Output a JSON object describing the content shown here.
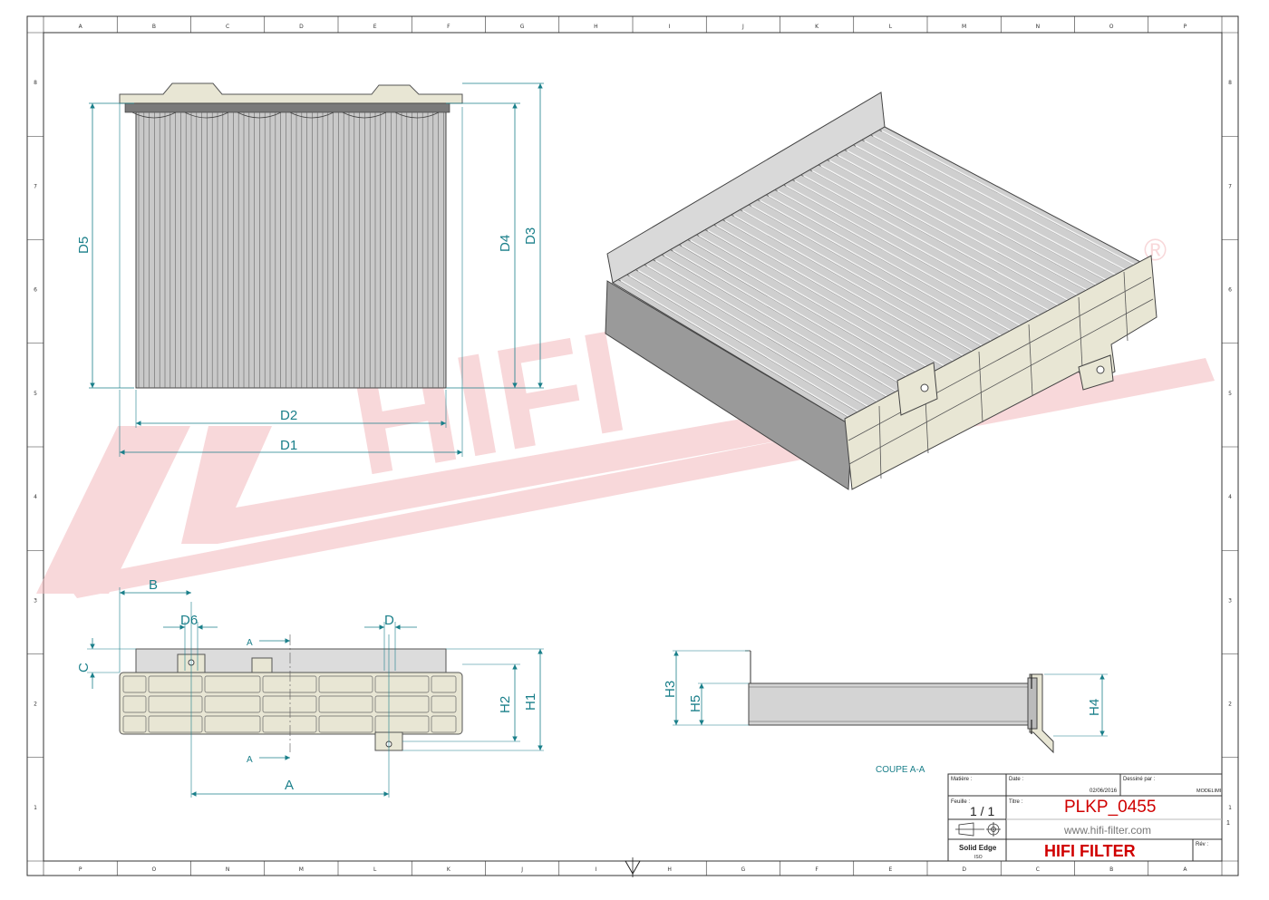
{
  "front_view": {
    "dims": {
      "d1": "D1",
      "d2": "D2",
      "d3": "D3",
      "d4": "D4",
      "d5": "D5"
    }
  },
  "side_view": {
    "dims": {
      "a": "A",
      "b": "B",
      "c": "C",
      "d": "D",
      "d6": "D6",
      "h1": "H1",
      "h2": "H2"
    },
    "section_marks": [
      "A",
      "A"
    ]
  },
  "section_view": {
    "dims": {
      "h3": "H3",
      "h4": "H4",
      "h5": "H5"
    },
    "caption": "COUPE A-A"
  },
  "watermark": {
    "text": "HIFI",
    "registered": "®"
  },
  "border": {
    "cols_top": [
      "A",
      "B",
      "C",
      "D",
      "E",
      "F",
      "G",
      "H",
      "I",
      "J",
      "K",
      "L",
      "M",
      "N",
      "O",
      "P"
    ],
    "cols_bottom": [
      "P",
      "O",
      "N",
      "M",
      "L",
      "K",
      "J",
      "I",
      "H",
      "G",
      "F",
      "E",
      "D",
      "C",
      "B",
      "A"
    ],
    "rows": [
      "8",
      "7",
      "6",
      "5",
      "4",
      "3",
      "2",
      "1"
    ]
  },
  "title_block": {
    "matiere_label": "Matière :",
    "date_label": "Date :",
    "date_value": "02/06/2016",
    "dessine_label": "Dessiné par :",
    "dessine_value": "MODELIMI",
    "feuille_label": "Feuille :",
    "feuille_value": "1 / 1",
    "titre_label": "Titre :",
    "part_number": "PLKP_0455",
    "website": "www.hifi-filter.com",
    "software": "Solid Edge",
    "software_sub": "ISO",
    "company": "HIFI FILTER",
    "rev_label": "Rév :",
    "sheet_index": "1"
  },
  "colors": {
    "dimension": "#1a7f8a",
    "watermark": "#f2b8bc",
    "part_fill": "#e8e6d4",
    "part_stroke": "#555555",
    "brand_red": "#d00000"
  }
}
